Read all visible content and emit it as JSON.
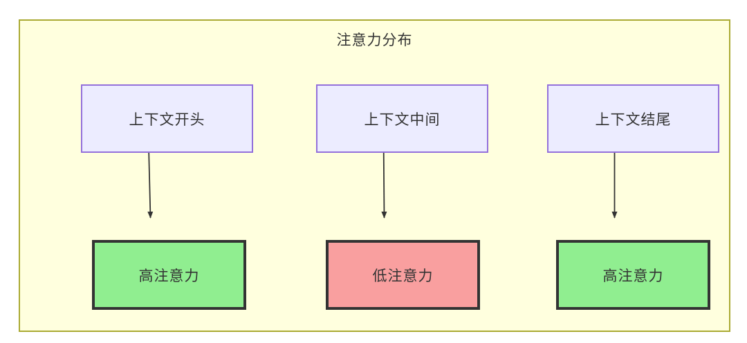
{
  "diagram": {
    "title": "注意力分布",
    "container": {
      "fill": "#ffffde",
      "border": "#aaaa33"
    },
    "source_nodes": [
      {
        "label": "上下文开头",
        "fill": "#ececff",
        "border": "#9370db"
      },
      {
        "label": "上下文中间",
        "fill": "#ececff",
        "border": "#9370db"
      },
      {
        "label": "上下文结尾",
        "fill": "#ececff",
        "border": "#9370db"
      }
    ],
    "result_nodes": [
      {
        "label": "高注意力",
        "fill": "#90ee90",
        "border": "#333333"
      },
      {
        "label": "低注意力",
        "fill": "#f99f9f",
        "border": "#333333"
      },
      {
        "label": "高注意力",
        "fill": "#90ee90",
        "border": "#333333"
      }
    ],
    "edges": [
      {
        "from": "上下文开头",
        "to": "高注意力",
        "label": "",
        "arrow": "arrowhead-icon"
      },
      {
        "from": "上下文中间",
        "to": "低注意力",
        "label": "",
        "arrow": "arrowhead-icon"
      },
      {
        "from": "上下文结尾",
        "to": "高注意力",
        "label": "",
        "arrow": "arrowhead-icon"
      }
    ],
    "edge_color": "#333333",
    "text_color": "#333333"
  }
}
